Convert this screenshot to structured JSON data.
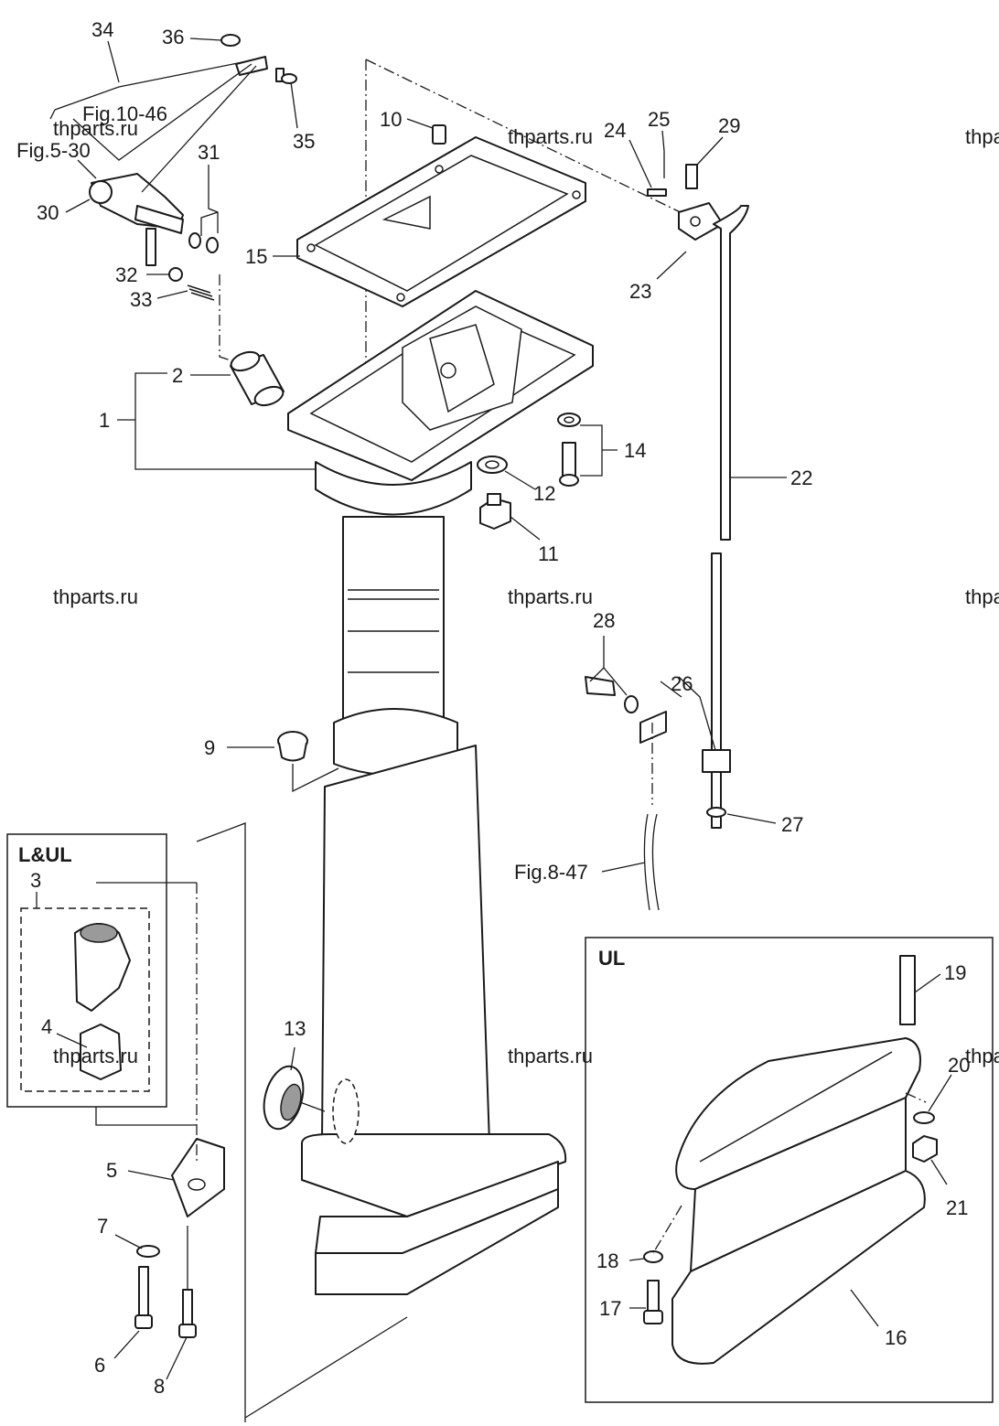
{
  "callouts": [
    {
      "id": "c1",
      "text": "1"
    },
    {
      "id": "c2",
      "text": "2"
    },
    {
      "id": "c3",
      "text": "3"
    },
    {
      "id": "c4",
      "text": "4"
    },
    {
      "id": "c5",
      "text": "5"
    },
    {
      "id": "c6",
      "text": "6"
    },
    {
      "id": "c7",
      "text": "7"
    },
    {
      "id": "c8",
      "text": "8"
    },
    {
      "id": "c9",
      "text": "9"
    },
    {
      "id": "c10",
      "text": "10"
    },
    {
      "id": "c11",
      "text": "11"
    },
    {
      "id": "c12",
      "text": "12"
    },
    {
      "id": "c13",
      "text": "13"
    },
    {
      "id": "c14",
      "text": "14"
    },
    {
      "id": "c15",
      "text": "15"
    },
    {
      "id": "c16",
      "text": "16"
    },
    {
      "id": "c17",
      "text": "17"
    },
    {
      "id": "c18",
      "text": "18"
    },
    {
      "id": "c19",
      "text": "19"
    },
    {
      "id": "c20",
      "text": "20"
    },
    {
      "id": "c21",
      "text": "21"
    },
    {
      "id": "c22",
      "text": "22"
    },
    {
      "id": "c23",
      "text": "23"
    },
    {
      "id": "c24",
      "text": "24"
    },
    {
      "id": "c25",
      "text": "25"
    },
    {
      "id": "c26",
      "text": "26"
    },
    {
      "id": "c27",
      "text": "27"
    },
    {
      "id": "c28",
      "text": "28"
    },
    {
      "id": "c29",
      "text": "29"
    },
    {
      "id": "c30",
      "text": "30"
    },
    {
      "id": "c31",
      "text": "31"
    },
    {
      "id": "c32",
      "text": "32"
    },
    {
      "id": "c33",
      "text": "33"
    },
    {
      "id": "c34",
      "text": "34"
    },
    {
      "id": "c35",
      "text": "35"
    },
    {
      "id": "c36",
      "text": "36"
    }
  ],
  "references": {
    "fig_10_46": "Fig.10-46",
    "fig_5_30": "Fig.5-30",
    "fig_8_47": "Fig.8-47"
  },
  "boxes": {
    "long_ultralong": "L&UL",
    "ultralong": "UL"
  },
  "watermark": "thparts.ru"
}
